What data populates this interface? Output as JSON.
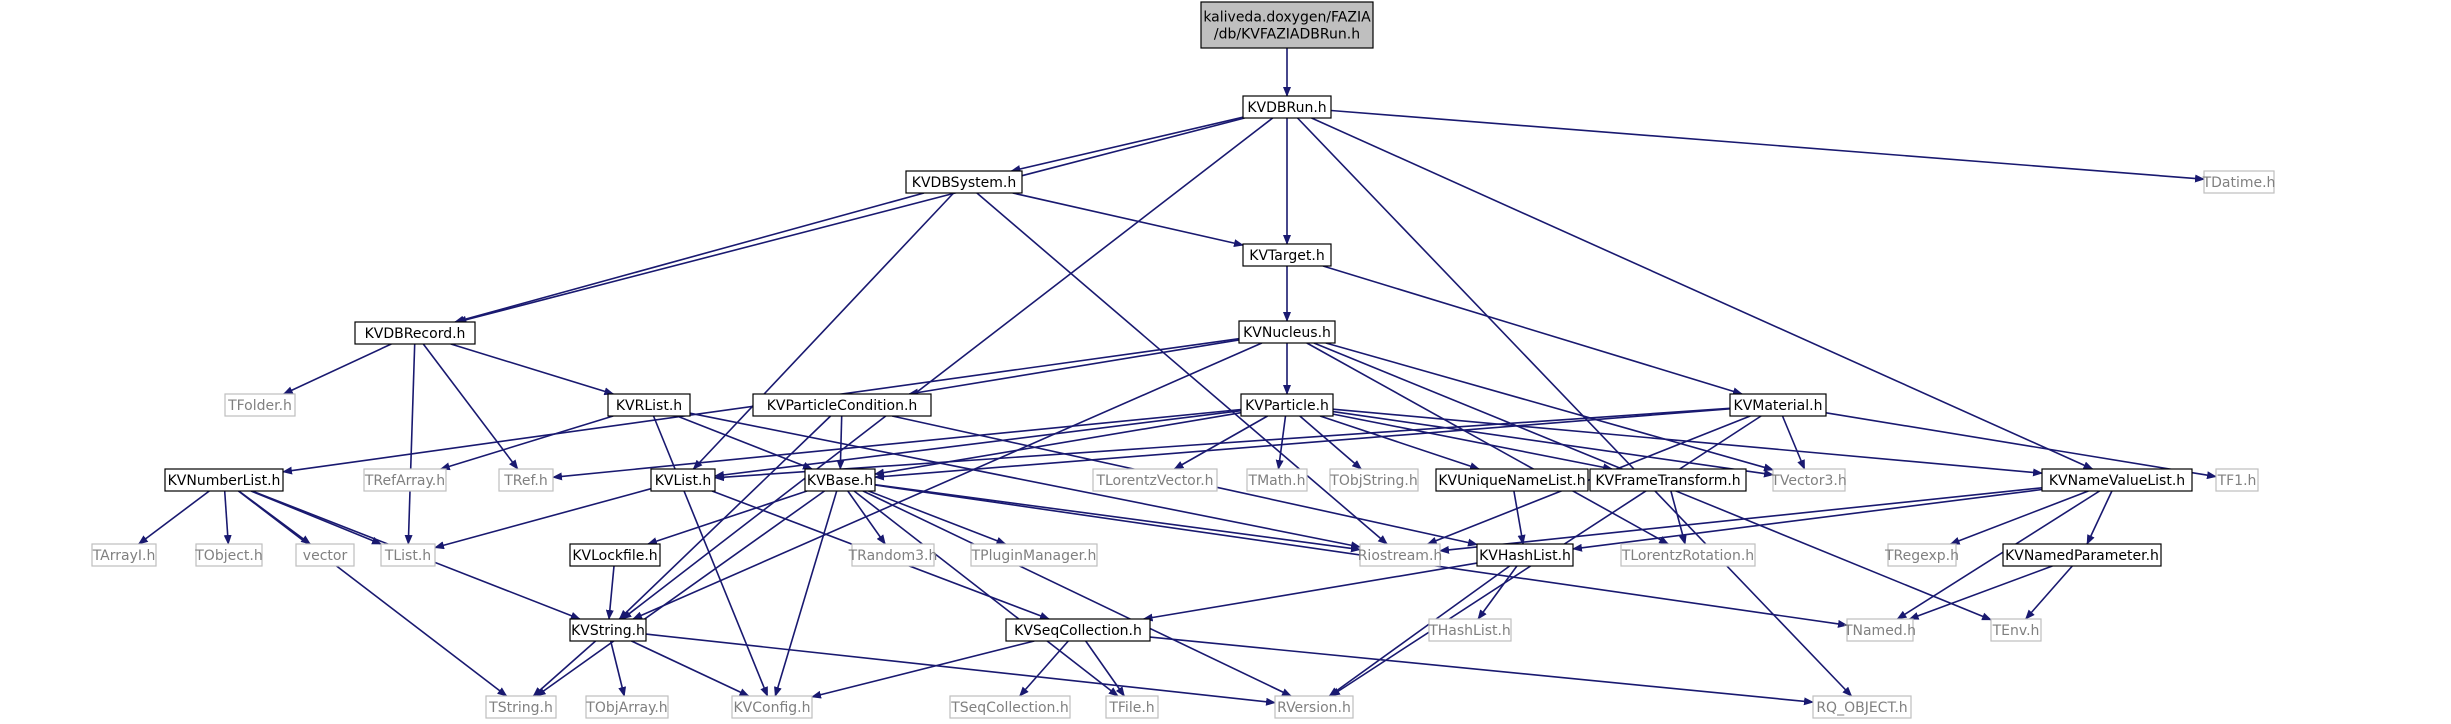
{
  "colors": {
    "edge": "#191970",
    "root_fill": "#bfbfbf",
    "root_border": "#000000",
    "node_fill": "#ffffff",
    "node_border": "#000000",
    "leaf_border": "#bfbfbf",
    "leaf_text": "#808080",
    "node_text": "#000000"
  },
  "nodes": [
    {
      "id": "root",
      "lines": [
        "kaliveda.doxygen/FAZIA",
        "/db/KVFAZIADBRun.h"
      ],
      "kind": "root"
    },
    {
      "id": "KVDBRun",
      "lines": [
        "KVDBRun.h"
      ],
      "kind": "normal"
    },
    {
      "id": "KVDBSystem",
      "lines": [
        "KVDBSystem.h"
      ],
      "kind": "normal"
    },
    {
      "id": "TDatime",
      "lines": [
        "TDatime.h"
      ],
      "kind": "leaf"
    },
    {
      "id": "KVTarget",
      "lines": [
        "KVTarget.h"
      ],
      "kind": "normal"
    },
    {
      "id": "KVDBRecord",
      "lines": [
        "KVDBRecord.h"
      ],
      "kind": "normal"
    },
    {
      "id": "KVNucleus",
      "lines": [
        "KVNucleus.h"
      ],
      "kind": "normal"
    },
    {
      "id": "TFolder",
      "lines": [
        "TFolder.h"
      ],
      "kind": "leaf"
    },
    {
      "id": "KVRList",
      "lines": [
        "KVRList.h"
      ],
      "kind": "normal"
    },
    {
      "id": "KVParticleCondition",
      "lines": [
        "KVParticleCondition.h"
      ],
      "kind": "normal"
    },
    {
      "id": "KVParticle",
      "lines": [
        "KVParticle.h"
      ],
      "kind": "normal"
    },
    {
      "id": "KVMaterial",
      "lines": [
        "KVMaterial.h"
      ],
      "kind": "normal"
    },
    {
      "id": "KVNumberList",
      "lines": [
        "KVNumberList.h"
      ],
      "kind": "normal"
    },
    {
      "id": "TRefArray",
      "lines": [
        "TRefArray.h"
      ],
      "kind": "leaf"
    },
    {
      "id": "TRef",
      "lines": [
        "TRef.h"
      ],
      "kind": "leaf"
    },
    {
      "id": "KVList",
      "lines": [
        "KVList.h"
      ],
      "kind": "normal"
    },
    {
      "id": "KVBase",
      "lines": [
        "KVBase.h"
      ],
      "kind": "normal"
    },
    {
      "id": "TLorentzVector",
      "lines": [
        "TLorentzVector.h"
      ],
      "kind": "leaf"
    },
    {
      "id": "TMath",
      "lines": [
        "TMath.h"
      ],
      "kind": "leaf"
    },
    {
      "id": "TObjString",
      "lines": [
        "TObjString.h"
      ],
      "kind": "leaf"
    },
    {
      "id": "KVUniqueNameList",
      "lines": [
        "KVUniqueNameList.h"
      ],
      "kind": "normal"
    },
    {
      "id": "KVFrameTransform",
      "lines": [
        "KVFrameTransform.h"
      ],
      "kind": "normal"
    },
    {
      "id": "TVector3",
      "lines": [
        "TVector3.h"
      ],
      "kind": "leaf"
    },
    {
      "id": "KVNameValueList",
      "lines": [
        "KVNameValueList.h"
      ],
      "kind": "normal"
    },
    {
      "id": "TF1",
      "lines": [
        "TF1.h"
      ],
      "kind": "leaf"
    },
    {
      "id": "TArrayI",
      "lines": [
        "TArrayI.h"
      ],
      "kind": "leaf"
    },
    {
      "id": "TObject",
      "lines": [
        "TObject.h"
      ],
      "kind": "leaf"
    },
    {
      "id": "vector",
      "lines": [
        "vector"
      ],
      "kind": "leaf"
    },
    {
      "id": "TList",
      "lines": [
        "TList.h"
      ],
      "kind": "leaf"
    },
    {
      "id": "KVLockfile",
      "lines": [
        "KVLockfile.h"
      ],
      "kind": "normal"
    },
    {
      "id": "TRandom3",
      "lines": [
        "TRandom3.h"
      ],
      "kind": "leaf"
    },
    {
      "id": "TPluginManager",
      "lines": [
        "TPluginManager.h"
      ],
      "kind": "leaf"
    },
    {
      "id": "Riostream",
      "lines": [
        "Riostream.h"
      ],
      "kind": "leaf"
    },
    {
      "id": "KVHashList",
      "lines": [
        "KVHashList.h"
      ],
      "kind": "normal"
    },
    {
      "id": "TLorentzRotation",
      "lines": [
        "TLorentzRotation.h"
      ],
      "kind": "leaf"
    },
    {
      "id": "TRegexp",
      "lines": [
        "TRegexp.h"
      ],
      "kind": "leaf"
    },
    {
      "id": "KVNamedParameter",
      "lines": [
        "KVNamedParameter.h"
      ],
      "kind": "normal"
    },
    {
      "id": "KVString",
      "lines": [
        "KVString.h"
      ],
      "kind": "normal"
    },
    {
      "id": "KVSeqCollection",
      "lines": [
        "KVSeqCollection.h"
      ],
      "kind": "normal"
    },
    {
      "id": "THashList",
      "lines": [
        "THashList.h"
      ],
      "kind": "leaf"
    },
    {
      "id": "TNamed",
      "lines": [
        "TNamed.h"
      ],
      "kind": "leaf"
    },
    {
      "id": "TEnv",
      "lines": [
        "TEnv.h"
      ],
      "kind": "leaf"
    },
    {
      "id": "TString",
      "lines": [
        "TString.h"
      ],
      "kind": "leaf"
    },
    {
      "id": "TObjArray",
      "lines": [
        "TObjArray.h"
      ],
      "kind": "leaf"
    },
    {
      "id": "KVConfig",
      "lines": [
        "KVConfig.h"
      ],
      "kind": "leaf"
    },
    {
      "id": "TSeqCollection",
      "lines": [
        "TSeqCollection.h"
      ],
      "kind": "leaf"
    },
    {
      "id": "TFile",
      "lines": [
        "TFile.h"
      ],
      "kind": "leaf"
    },
    {
      "id": "RVersion",
      "lines": [
        "RVersion.h"
      ],
      "kind": "leaf"
    },
    {
      "id": "RQ_OBJECT",
      "lines": [
        "RQ_OBJECT.h"
      ],
      "kind": "leaf"
    }
  ],
  "edges": [
    [
      "root",
      "KVDBRun"
    ],
    [
      "KVDBRun",
      "KVDBSystem"
    ],
    [
      "KVDBRun",
      "TDatime"
    ],
    [
      "KVDBRun",
      "KVTarget"
    ],
    [
      "KVDBRun",
      "KVDBRecord"
    ],
    [
      "KVDBRun",
      "KVNameValueList"
    ],
    [
      "KVDBRun",
      "KVString"
    ],
    [
      "KVDBRun",
      "RQ_OBJECT"
    ],
    [
      "KVDBSystem",
      "KVDBRecord"
    ],
    [
      "KVDBSystem",
      "KVTarget"
    ],
    [
      "KVDBSystem",
      "KVList"
    ],
    [
      "KVDBSystem",
      "Riostream"
    ],
    [
      "KVTarget",
      "KVNucleus"
    ],
    [
      "KVTarget",
      "KVMaterial"
    ],
    [
      "KVDBRecord",
      "TFolder"
    ],
    [
      "KVDBRecord",
      "KVRList"
    ],
    [
      "KVDBRecord",
      "TRef"
    ],
    [
      "KVDBRecord",
      "TList"
    ],
    [
      "KVNucleus",
      "KVNumberList"
    ],
    [
      "KVNucleus",
      "KVParticleCondition"
    ],
    [
      "KVNucleus",
      "KVParticle"
    ],
    [
      "KVNucleus",
      "TVector3"
    ],
    [
      "KVNucleus",
      "TLorentzRotation"
    ],
    [
      "KVNucleus",
      "TEnv"
    ],
    [
      "KVNucleus",
      "KVString"
    ],
    [
      "KVRList",
      "TRefArray"
    ],
    [
      "KVRList",
      "KVBase"
    ],
    [
      "KVRList",
      "KVConfig"
    ],
    [
      "KVRList",
      "Riostream"
    ],
    [
      "KVParticleCondition",
      "KVBase"
    ],
    [
      "KVParticleCondition",
      "KVString"
    ],
    [
      "KVParticleCondition",
      "KVHashList"
    ],
    [
      "KVParticle",
      "TRef"
    ],
    [
      "KVParticle",
      "KVList"
    ],
    [
      "KVParticle",
      "KVBase"
    ],
    [
      "KVParticle",
      "TLorentzVector"
    ],
    [
      "KVParticle",
      "TMath"
    ],
    [
      "KVParticle",
      "TObjString"
    ],
    [
      "KVParticle",
      "KVUniqueNameList"
    ],
    [
      "KVParticle",
      "KVFrameTransform"
    ],
    [
      "KVParticle",
      "TVector3"
    ],
    [
      "KVParticle",
      "KVNameValueList"
    ],
    [
      "KVMaterial",
      "KVList"
    ],
    [
      "KVMaterial",
      "KVBase"
    ],
    [
      "KVMaterial",
      "TVector3"
    ],
    [
      "KVMaterial",
      "TF1"
    ],
    [
      "KVMaterial",
      "Riostream"
    ],
    [
      "KVMaterial",
      "RVersion"
    ],
    [
      "KVNumberList",
      "TArrayI"
    ],
    [
      "KVNumberList",
      "TObject"
    ],
    [
      "KVNumberList",
      "vector"
    ],
    [
      "KVNumberList",
      "TList"
    ],
    [
      "KVNumberList",
      "KVString"
    ],
    [
      "KVNumberList",
      "TString"
    ],
    [
      "KVList",
      "TList"
    ],
    [
      "KVList",
      "KVSeqCollection"
    ],
    [
      "KVBase",
      "KVLockfile"
    ],
    [
      "KVBase",
      "TRandom3"
    ],
    [
      "KVBase",
      "TPluginManager"
    ],
    [
      "KVBase",
      "Riostream"
    ],
    [
      "KVBase",
      "TNamed"
    ],
    [
      "KVBase",
      "TString"
    ],
    [
      "KVBase",
      "KVConfig"
    ],
    [
      "KVBase",
      "TFile"
    ],
    [
      "KVBase",
      "RVersion"
    ],
    [
      "KVUniqueNameList",
      "KVHashList"
    ],
    [
      "KVFrameTransform",
      "TLorentzRotation"
    ],
    [
      "KVNameValueList",
      "KVHashList"
    ],
    [
      "KVNameValueList",
      "TRegexp"
    ],
    [
      "KVNameValueList",
      "KVNamedParameter"
    ],
    [
      "KVNameValueList",
      "TNamed"
    ],
    [
      "KVNameValueList",
      "Riostream"
    ],
    [
      "KVLockfile",
      "KVString"
    ],
    [
      "KVHashList",
      "KVSeqCollection"
    ],
    [
      "KVHashList",
      "THashList"
    ],
    [
      "KVHashList",
      "RVersion"
    ],
    [
      "KVNamedParameter",
      "TNamed"
    ],
    [
      "KVNamedParameter",
      "TEnv"
    ],
    [
      "KVString",
      "TString"
    ],
    [
      "KVString",
      "TObjArray"
    ],
    [
      "KVString",
      "KVConfig"
    ],
    [
      "KVString",
      "RVersion"
    ],
    [
      "KVSeqCollection",
      "KVConfig"
    ],
    [
      "KVSeqCollection",
      "TSeqCollection"
    ],
    [
      "KVSeqCollection",
      "TFile"
    ],
    [
      "KVSeqCollection",
      "RQ_OBJECT"
    ]
  ]
}
